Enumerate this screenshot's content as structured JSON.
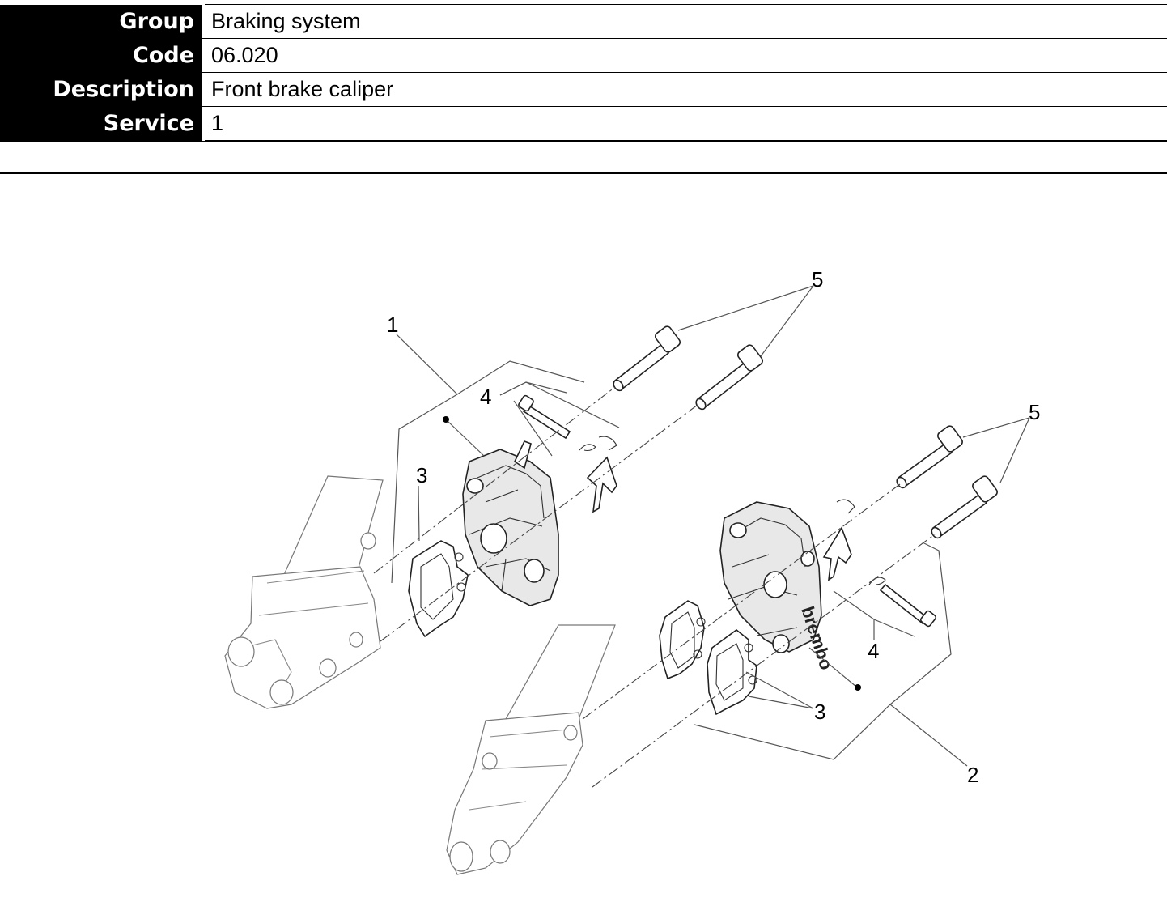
{
  "header": {
    "rows": [
      {
        "label": "Group",
        "value": "Braking system"
      },
      {
        "label": "Code",
        "value": "06.020"
      },
      {
        "label": "Description",
        "value": "Front brake caliper"
      },
      {
        "label": "Service",
        "value": "1"
      }
    ]
  },
  "diagram": {
    "callouts": [
      "1",
      "2",
      "3",
      "3",
      "4",
      "4",
      "5",
      "5"
    ],
    "brand_text": "brembo"
  }
}
